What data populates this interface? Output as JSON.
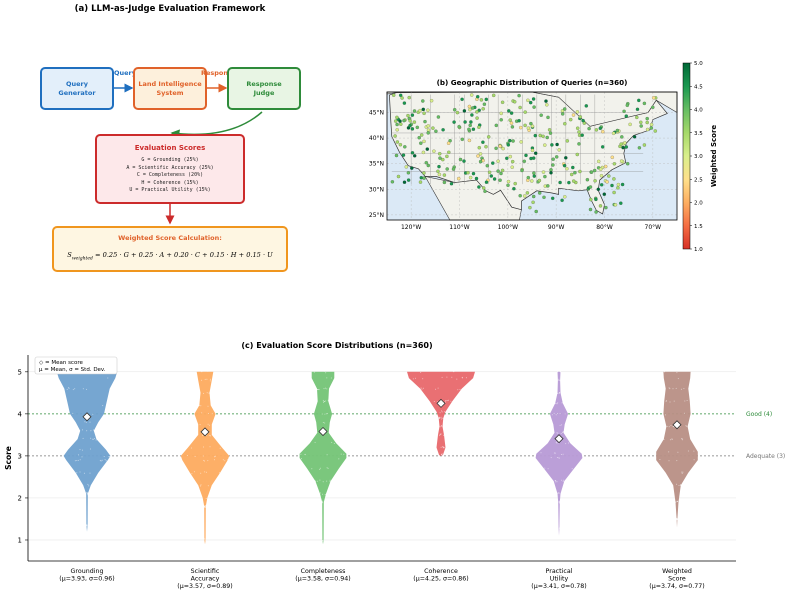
{
  "panel_a": {
    "title": "(a) LLM-as-Judge Evaluation Framework",
    "boxes": {
      "query_generator": "Query\nGenerator",
      "land_system": "Land Intelligence\nSystem",
      "response_judge": "Response\nJudge",
      "eval_title": "Evaluation Scores",
      "eval_lines": [
        "G = Grounding (25%)",
        "A = Scientific Accuracy (25%)",
        "C = Completeness (20%)",
        "H = Coherence (15%)",
        "U = Practical Utility (15%)"
      ],
      "weighted_title": "Weighted Score Calculation:"
    },
    "edge_labels": {
      "query": "Query",
      "response": "Response"
    },
    "formula": {
      "lhs_main": "S",
      "lhs_sub": "weighted",
      "rhs": " = 0.25 · G + 0.25 · A + 0.20 · C + 0.15 · H + 0.15 · U"
    },
    "colors": {
      "blue": "#1f6fbf",
      "orange": "#e0622a",
      "green": "#2e8b3a",
      "red": "#cc2b2b",
      "amber": "#f0961e"
    }
  },
  "panel_b": {
    "title": "(b) Geographic Distribution of Queries (n=360)",
    "lat_ticks": [
      "45°N",
      "40°N",
      "35°N",
      "30°N",
      "25°N"
    ],
    "lon_ticks": [
      "120°W",
      "110°W",
      "100°W",
      "90°W",
      "80°W",
      "70°W"
    ],
    "colorbar_label": "Weighted Score",
    "colorbar_ticks": [
      "5.0",
      "4.5",
      "4.0",
      "3.5",
      "3.0",
      "2.5",
      "2.0",
      "1.5",
      "1.0"
    ],
    "colormap": [
      "#d73027",
      "#f46d43",
      "#fdae61",
      "#fee08b",
      "#d9ef8b",
      "#a6d96a",
      "#66bd63",
      "#1a9850",
      "#006837"
    ]
  },
  "chart_data": [
    {
      "type": "scatter",
      "title": "(b) Geographic Distribution of Queries (n=360)",
      "xlabel": "",
      "ylabel": "",
      "xlim": [
        -125,
        -65
      ],
      "ylim": [
        24,
        49
      ],
      "color_scale": {
        "label": "Weighted Score",
        "range": [
          1.0,
          5.0
        ]
      },
      "note": "360 query points over contiguous US, colored by weighted score"
    },
    {
      "type": "violin",
      "title": "(c) Evaluation Score Distributions (n=360)",
      "ylabel": "Score",
      "ylim": [
        0.5,
        5.4
      ],
      "yticks": [
        "1",
        "2",
        "3",
        "4",
        "5"
      ],
      "categories": [
        {
          "line1": "Grounding",
          "line2": "",
          "stats": "(μ=3.93, σ=0.96)",
          "mean": 3.93,
          "sd": 0.96,
          "color": "#6fa1cf",
          "profile": "grounding"
        },
        {
          "line1": "Scientific",
          "line2": "Accuracy",
          "stats": "(μ=3.57, σ=0.89)",
          "mean": 3.57,
          "sd": 0.89,
          "color": "#fdab5f",
          "profile": "accuracy"
        },
        {
          "line1": "Completeness",
          "line2": "",
          "stats": "(μ=3.58, σ=0.94)",
          "mean": 3.58,
          "sd": 0.94,
          "color": "#74c476",
          "profile": "completeness"
        },
        {
          "line1": "Coherence",
          "line2": "",
          "stats": "(μ=4.25, σ=0.86)",
          "mean": 4.25,
          "sd": 0.86,
          "color": "#e8686b",
          "profile": "coherence"
        },
        {
          "line1": "Practical",
          "line2": "Utility",
          "stats": "(μ=3.41, σ=0.78)",
          "mean": 3.41,
          "sd": 0.78,
          "color": "#b79ad6",
          "profile": "utility"
        },
        {
          "line1": "Weighted",
          "line2": "Score",
          "stats": "(μ=3.74, σ=0.77)",
          "mean": 3.74,
          "sd": 0.77,
          "color": "#b88f85",
          "profile": "weighted"
        }
      ],
      "reference_lines": [
        {
          "y": 4,
          "label": "Good (4)",
          "color": "#2e8b3a"
        },
        {
          "y": 3,
          "label": "Adequate (3)",
          "color": "#777777"
        }
      ],
      "legend": {
        "placement": "top-left",
        "entries": [
          "◇ = Mean score",
          "μ = Mean, σ = Std. Dev."
        ]
      }
    }
  ]
}
